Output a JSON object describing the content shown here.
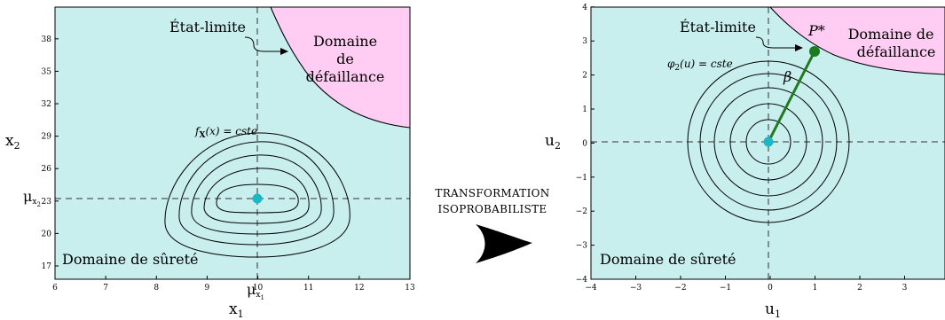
{
  "colors": {
    "safe": "#c8eeee",
    "failure": "#ffccf3",
    "point": "#1ab8c4",
    "design": "#1e7a1e"
  },
  "left": {
    "ticks_x": [
      "6",
      "7",
      "8",
      "9",
      "10",
      "11",
      "12",
      "13"
    ],
    "ticks_y": [
      "17",
      "20",
      "23",
      "26",
      "29",
      "32",
      "35",
      "38"
    ],
    "x_label": "x",
    "x_sub": "1",
    "y_label": "x",
    "y_sub": "2",
    "mu_x": "μ",
    "mu_x_sub": "x",
    "mu_x_subsub": "1",
    "mu_y": "μ",
    "mu_y_sub": "x",
    "mu_y_subsub": "2",
    "limit_state": "État-limite",
    "failure_line1": "Domaine",
    "failure_line2": "de",
    "failure_line3": "défaillance",
    "safe": "Domaine de sûreté",
    "density_label": "f",
    "density_sub": "X",
    "density_rest": "(x) = cste"
  },
  "right": {
    "ticks_x": [
      "−4",
      "−3",
      "−2",
      "−1",
      "0",
      "1",
      "2",
      "3"
    ],
    "ticks_y": [
      "−4",
      "−3",
      "−2",
      "−1",
      "0",
      "1",
      "2",
      "3",
      "4"
    ],
    "x_label": "u",
    "x_sub": "1",
    "y_label": "u",
    "y_sub": "2",
    "limit_state": "État-limite",
    "failure_line1": "Domaine de",
    "failure_line2": "défaillance",
    "safe": "Domaine de sûreté",
    "density_label": "φ",
    "density_sub": "2",
    "density_rest": "(u) = cste",
    "design_point": "P*",
    "beta": "β"
  },
  "transform": {
    "line1": "TRANSFORMATION",
    "line2": "ISOPROBABILISTE"
  }
}
